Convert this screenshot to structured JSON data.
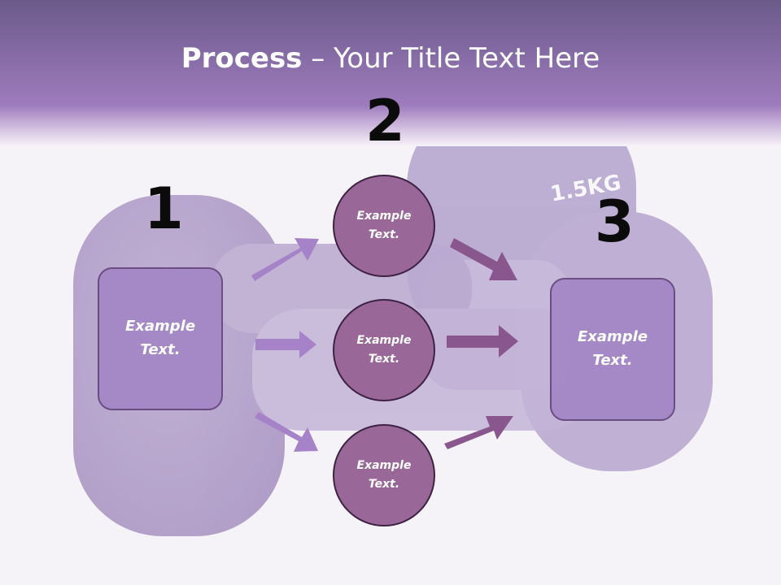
{
  "title": {
    "bold": "Process",
    "rest": " – Your Title Text Here"
  },
  "colors": {
    "banner_top": "#6b5a8a",
    "banner_bottom": "#9e7bbd",
    "box_fill": "#a385c6",
    "circle_fill": "#9a6898",
    "arrow_light": "#a683c9",
    "arrow_dark": "#8a568e"
  },
  "steps": {
    "step1": {
      "number": "1",
      "text": "Example\nText."
    },
    "step2": {
      "number": "2",
      "items": [
        "Example\nText.",
        "Example\nText.",
        "Example\nText."
      ]
    },
    "step3": {
      "number": "3",
      "text": "Example\nText."
    }
  },
  "background_text": "1.5KG"
}
